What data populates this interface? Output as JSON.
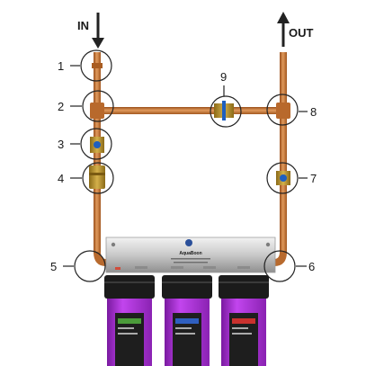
{
  "flow": {
    "in_label": "IN",
    "out_label": "OUT"
  },
  "callouts": [
    {
      "number": "1"
    },
    {
      "number": "2"
    },
    {
      "number": "3"
    },
    {
      "number": "4"
    },
    {
      "number": "5"
    },
    {
      "number": "6"
    },
    {
      "number": "7"
    },
    {
      "number": "8"
    },
    {
      "number": "9"
    }
  ],
  "filter_system": {
    "brand": "AquaBoon",
    "housing_count": 3,
    "housing_color": "#b030d8",
    "cap_color": "#1b1b1b"
  },
  "colors": {
    "pipe": "#c8763a",
    "valve_handle": "#1f5fbf",
    "arrow": "#222222"
  }
}
